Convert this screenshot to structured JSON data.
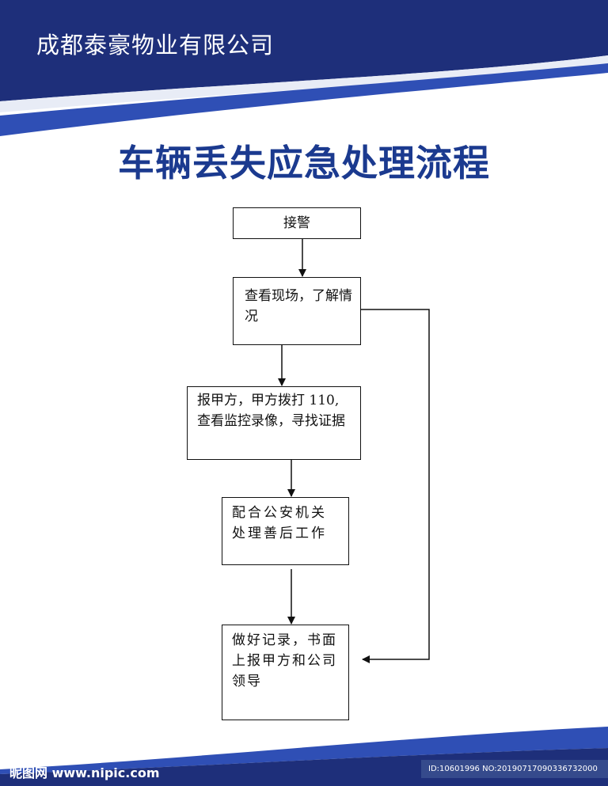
{
  "header": {
    "company_name": "成都泰豪物业有限公司"
  },
  "document": {
    "title": "车辆丢失应急处理流程"
  },
  "flow_steps": [
    {
      "id": "step-1",
      "text": "接警"
    },
    {
      "id": "step-2",
      "text": "查看现场，了解情况"
    },
    {
      "id": "step-3",
      "text": "报甲方，甲方拨打 110,查看监控录像，寻找证据"
    },
    {
      "id": "step-4",
      "text": "配合公安机关处理善后工作"
    },
    {
      "id": "step-5",
      "text": "做好记录，书面上报甲方和公司领导"
    }
  ],
  "watermark": {
    "site": "昵图网 www.nipic.com",
    "id_text": "ID:10601996 NO:20190717090336732000"
  },
  "colors": {
    "header_navy": "#1e2f7a",
    "accent_blue": "#2f4fb5",
    "title_blue": "#1b3a8f",
    "line_color": "#111111"
  }
}
